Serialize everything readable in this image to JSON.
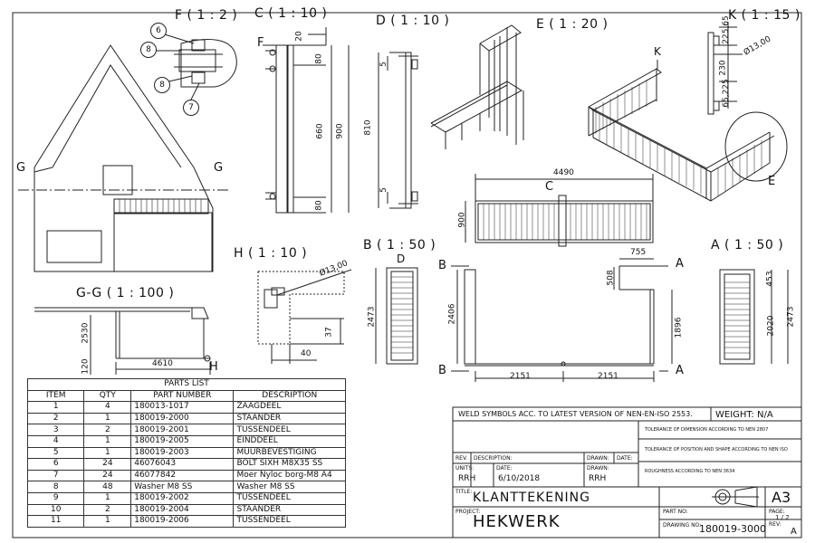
{
  "views": {
    "F": "F ( 1 : 2 )",
    "C": "C ( 1 : 10 )",
    "D": "D ( 1 : 10 )",
    "E": "E ( 1 : 20 )",
    "K": "K ( 1 : 15 )",
    "H": "H ( 1 : 10 )",
    "B": "B ( 1 : 50 )",
    "A": "A ( 1 : 50 )",
    "GG": "G-G ( 1 : 100 )"
  },
  "markers": {
    "G": "G",
    "F": "F",
    "K": "K",
    "E": "E",
    "D": "D",
    "A": "A",
    "B": "B",
    "C": "C",
    "H": "H"
  },
  "balloons": [
    "6",
    "8",
    "8",
    "7"
  ],
  "dimensions": {
    "c_20": "20",
    "c_80_top": "80",
    "c_660": "660",
    "c_900": "900",
    "c_80_bot": "80",
    "d_5_top": "5",
    "d_810": "810",
    "d_5_bot": "5",
    "k_22565_a": "225,65",
    "k_230": "230",
    "k_65225": "65,225",
    "k_dia": "Ø13,00",
    "c_4490": "4490",
    "c_900_side": "900",
    "h_dia": "Ø13,00",
    "h_37": "37",
    "h_40": "40",
    "gg_2530": "2530",
    "gg_120": "120",
    "gg_4610": "4610",
    "bd_2473": "2473",
    "b_755": "755",
    "b_508": "508",
    "b_2406": "2406",
    "b_1896": "1896",
    "b_2151_l": "2151",
    "b_2151_r": "2151",
    "a_453": "453",
    "a_2020": "2020",
    "a_2473": "2473"
  },
  "parts_list": {
    "title": "PARTS LIST",
    "headers": [
      "ITEM",
      "QTY",
      "PART NUMBER",
      "DESCRIPTION"
    ],
    "rows": [
      [
        "1",
        "4",
        "180013-1017",
        "ZAAGDEEL"
      ],
      [
        "2",
        "1",
        "180019-2000",
        "STAANDER"
      ],
      [
        "3",
        "2",
        "180019-2001",
        "TUSSENDEEL"
      ],
      [
        "4",
        "1",
        "180019-2005",
        "EINDDEEL"
      ],
      [
        "5",
        "1",
        "180019-2003",
        "MUURBEVESTIGING"
      ],
      [
        "6",
        "24",
        "46076043",
        "BOLT SIXH M8X35 SS"
      ],
      [
        "7",
        "24",
        "46077842",
        "Moer Nyloc borg-M8 A4"
      ],
      [
        "8",
        "48",
        "Washer M8 SS",
        "Washer M8 SS"
      ],
      [
        "9",
        "1",
        "180019-2002",
        "TUSSENDEEL"
      ],
      [
        "10",
        "2",
        "180019-2004",
        "STAANDER"
      ],
      [
        "11",
        "1",
        "180019-2006",
        "TUSSENDEEL"
      ]
    ]
  },
  "title_block": {
    "weld_note": "WELD SYMBOLS ACC. TO LATEST VERSION OF NEN-EN-ISO 2553.",
    "weight": "WEIGHT: N/A",
    "tol_dim": "TOLERANCE OF DIMENSION ACCORDING TO NEN 2807",
    "tol_shape": "TOLERANCE OF POSITION AND SHAPE ACCORDING TO NEN ISO",
    "roughness": "ROUGHNESS ACCORDING TO NEN 3634",
    "rev_label": "REV.",
    "description_label": "DESCRIPTION:",
    "drawn_label": "DRAWN:",
    "date_label": "DATE:",
    "units_label": "UNITS:",
    "units_value": "RRH",
    "date_value": "6/10/2018",
    "drawn_value": "RRH",
    "title_label": "TITLE:",
    "title_value": "KLANTTEKENING",
    "project_label": "PROJECT:",
    "project_value": "HEKWERK",
    "part_no_label": "PART NO:",
    "drawing_no_label": "DRAWING NO:",
    "drawing_no_value": "180019-3000",
    "sheet_size": "A3",
    "page_label": "PAGE:",
    "page_value": "1 / 2",
    "rev_no_label": "REV:",
    "rev_no_value": "A"
  }
}
